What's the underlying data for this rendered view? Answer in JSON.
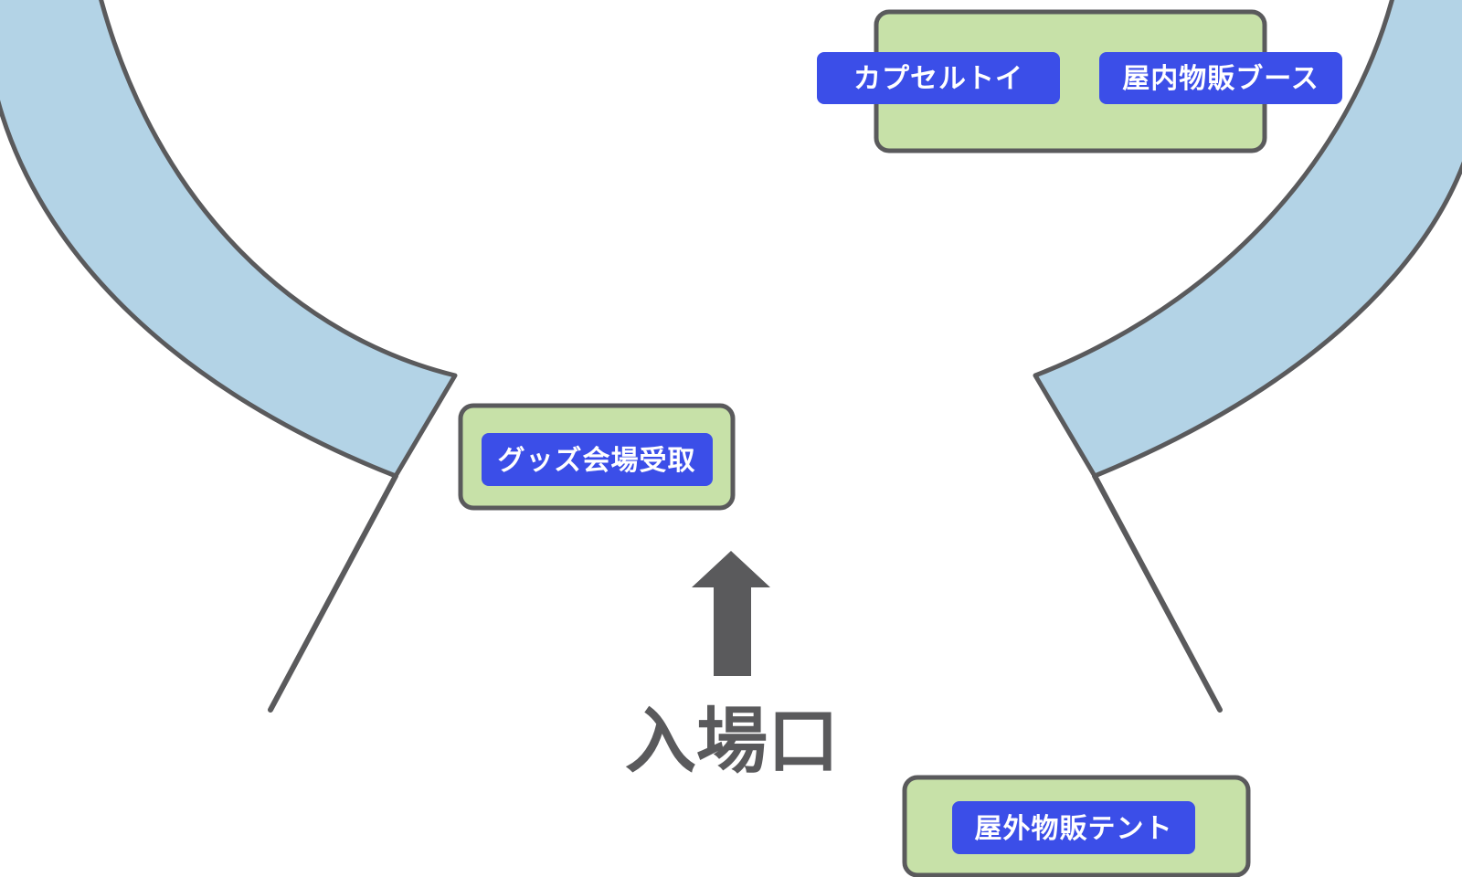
{
  "colors": {
    "background": "#ffffff",
    "building_fill": "#b3d3e6",
    "zone_fill": "#c7e1a8",
    "outline": "#5a5a5c",
    "label_fill": "#3b4ee8",
    "label_text": "#ffffff",
    "arrow": "#5a5a5c"
  },
  "labels": {
    "capsule_toy": "カプセルトイ",
    "indoor_booth": "屋内物販ブース",
    "goods_reception": "グッズ会場受取",
    "outdoor_tent": "屋外物販テント"
  },
  "entrance": {
    "label": "入場口",
    "arrow_icon": "arrow-up-icon"
  }
}
